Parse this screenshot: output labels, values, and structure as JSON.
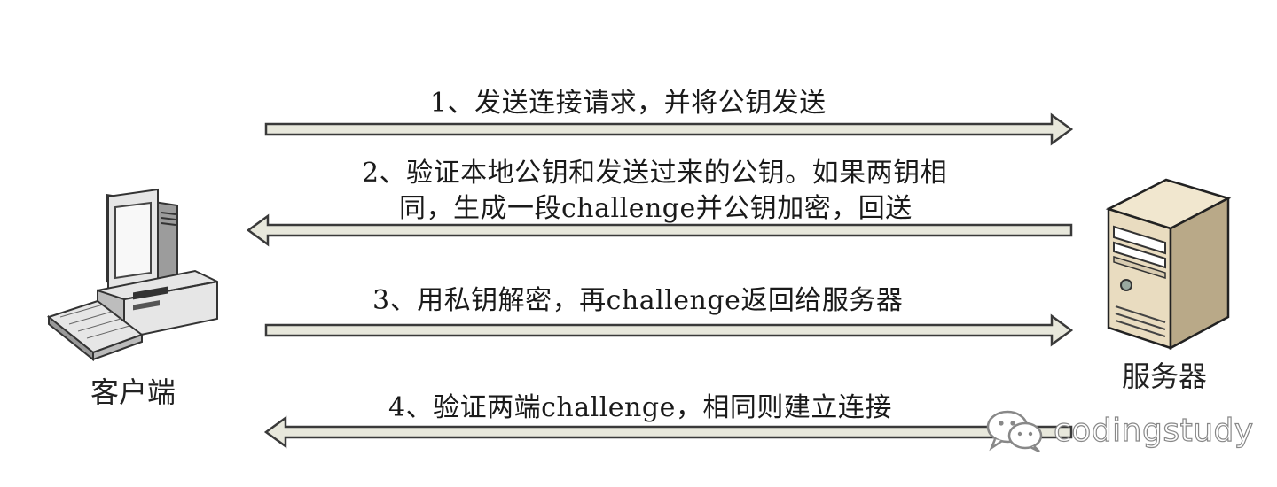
{
  "nodes": {
    "client": "客户端",
    "server": "服务器"
  },
  "steps": [
    {
      "text": "1、发送连接请求，并将公钥发送",
      "direction": "to-server"
    },
    {
      "line1": "2、验证本地公钥和发送过来的公钥。如果两钥相",
      "line2": "同，生成一段challenge并公钥加密，回送",
      "direction": "to-client"
    },
    {
      "text": "3、用私钥解密，再challenge返回给服务器",
      "direction": "to-server"
    },
    {
      "text": "4、验证两端challenge，相同则建立连接",
      "direction": "to-client"
    }
  ],
  "watermark": {
    "text": "codingstudy",
    "icon": "wechat-icon"
  },
  "colors": {
    "arrow_fill": "#e8e8dc",
    "arrow_stroke": "#3a3a3a",
    "server_body": "#e9dcc0",
    "client_body": "#e6e6e6"
  }
}
